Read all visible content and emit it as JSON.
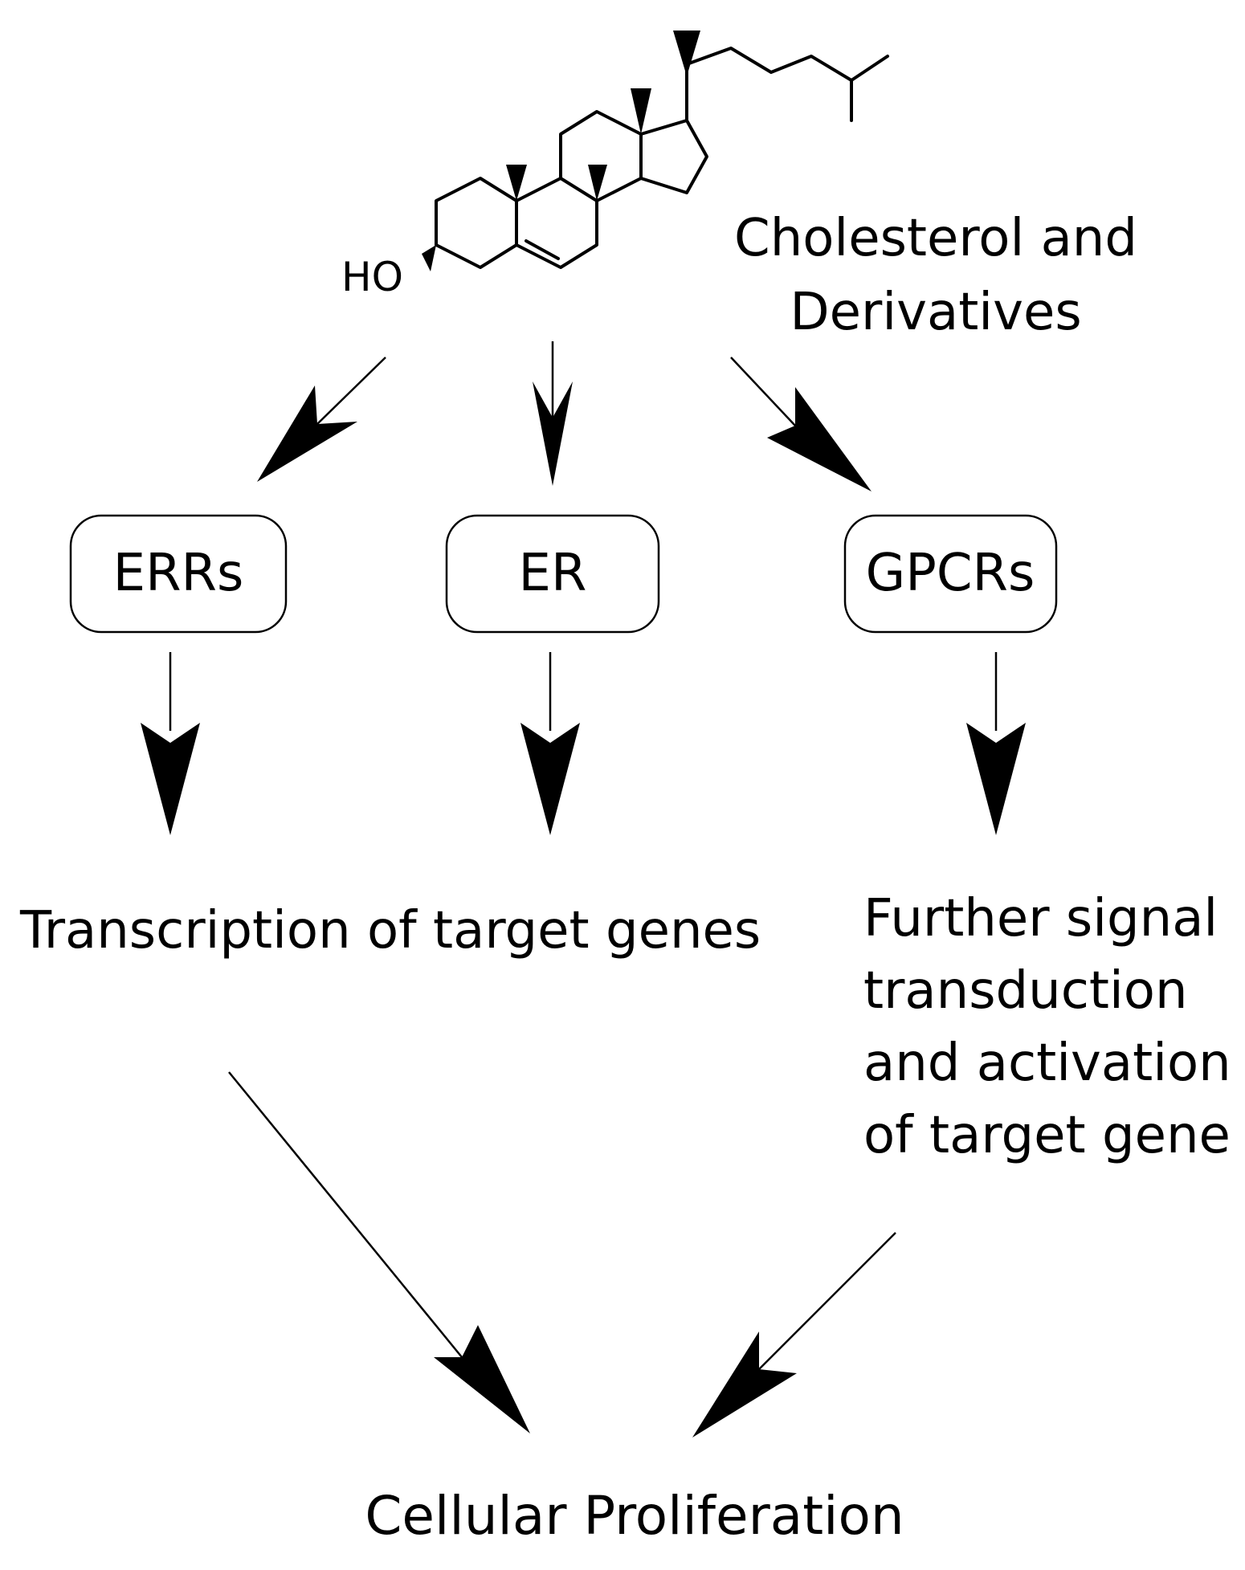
{
  "molecule": {
    "hydroxyl_label": "HO",
    "caption_lines": [
      "Cholesterol and",
      "Derivatives"
    ]
  },
  "receptors": [
    {
      "label": "ERRs"
    },
    {
      "label": "ER"
    },
    {
      "label": "GPCRs"
    }
  ],
  "outcomes": {
    "transcription": "Transcription of target genes",
    "signal_lines": [
      "Further signal",
      "transduction",
      "and activation",
      "of target gene"
    ]
  },
  "final": "Cellular Proliferation"
}
